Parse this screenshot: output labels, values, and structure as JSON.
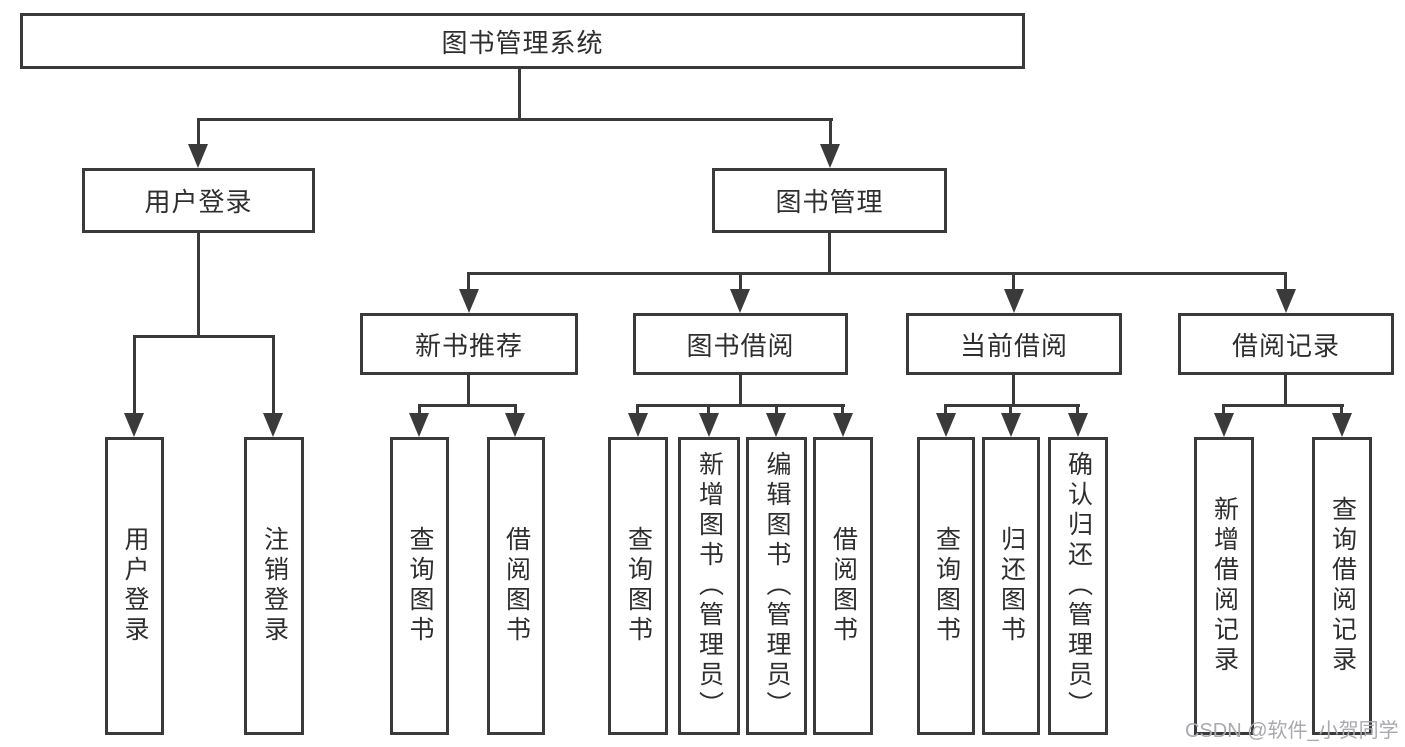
{
  "tree": {
    "root": {
      "label": "图书管理系统",
      "children": [
        {
          "label": "用户登录",
          "children": [
            {
              "label": "用户登录"
            },
            {
              "label": "注销登录"
            }
          ]
        },
        {
          "label": "图书管理",
          "children": [
            {
              "label": "新书推荐",
              "children": [
                {
                  "label": "查询图书"
                },
                {
                  "label": "借阅图书"
                }
              ]
            },
            {
              "label": "图书借阅",
              "children": [
                {
                  "label": "查询图书"
                },
                {
                  "label": "新增图书（管理员）"
                },
                {
                  "label": "编辑图书（管理员）"
                },
                {
                  "label": "借阅图书"
                }
              ]
            },
            {
              "label": "当前借阅",
              "children": [
                {
                  "label": "查询图书"
                },
                {
                  "label": "归还图书"
                },
                {
                  "label": "确认归还（管理员）"
                }
              ]
            },
            {
              "label": "借阅记录",
              "children": [
                {
                  "label": "新增借阅记录"
                },
                {
                  "label": "查询借阅记录"
                }
              ]
            }
          ]
        }
      ]
    }
  },
  "watermark": "CSDN @软件_小贺同学",
  "colors": {
    "line": "#3a3a3a",
    "text": "#2e2e2e",
    "watermark": "#a9a9ae",
    "background": "#ffffff"
  }
}
